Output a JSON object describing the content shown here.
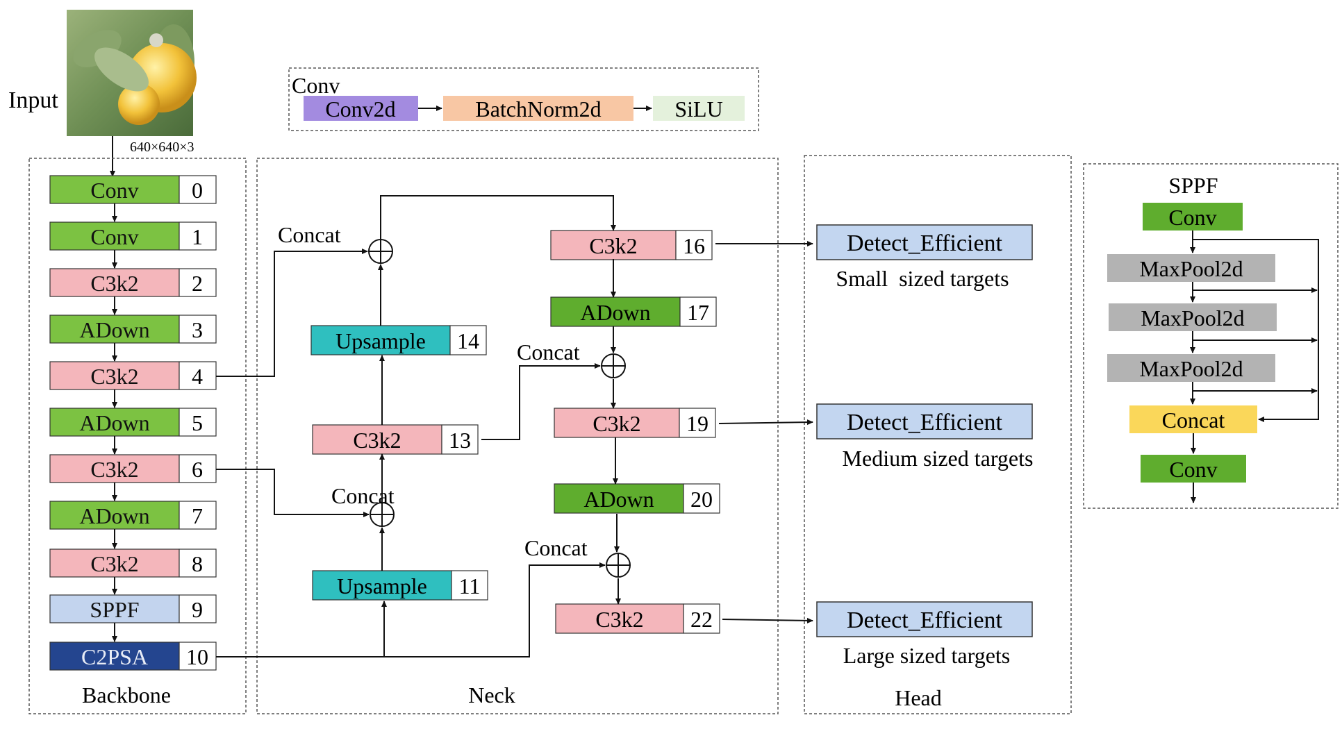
{
  "input": {
    "label": "Input",
    "size": "640×640×3"
  },
  "conv_legend": {
    "title": "Conv",
    "items": [
      "Conv2d",
      "BatchNorm2d",
      "SiLU"
    ]
  },
  "colors": {
    "conv": "#7cc242",
    "c3k2": "#f4b6bb",
    "adown": "#7cc242",
    "sppf": "#c3d4ee",
    "c2psa": "#24458f",
    "upsample": "#2fbfbf",
    "detect": "#c3d6f0",
    "conv2d": "#a38be0",
    "batchnorm": "#f8c7a4",
    "silu": "#e4f1dc",
    "maxpool": "#b3b3b3",
    "concat_yellow": "#fad75a",
    "conv_dark": "#5fad2e",
    "adown_dark": "#5fad2e"
  },
  "backbone": {
    "title": "Backbone",
    "layers": [
      {
        "label": "Conv",
        "index": "0",
        "kind": "conv"
      },
      {
        "label": "Conv",
        "index": "1",
        "kind": "conv"
      },
      {
        "label": "C3k2",
        "index": "2",
        "kind": "c3k2"
      },
      {
        "label": "ADown",
        "index": "3",
        "kind": "adown"
      },
      {
        "label": "C3k2",
        "index": "4",
        "kind": "c3k2"
      },
      {
        "label": "ADown",
        "index": "5",
        "kind": "adown"
      },
      {
        "label": "C3k2",
        "index": "6",
        "kind": "c3k2"
      },
      {
        "label": "ADown",
        "index": "7",
        "kind": "adown"
      },
      {
        "label": "C3k2",
        "index": "8",
        "kind": "c3k2"
      },
      {
        "label": "SPPF",
        "index": "9",
        "kind": "sppf"
      },
      {
        "label": "C2PSA",
        "index": "10",
        "kind": "c2psa"
      }
    ]
  },
  "neck": {
    "title": "Neck",
    "concat_label": "Concat",
    "blocks": {
      "up14": {
        "label": "Upsample",
        "index": "14"
      },
      "c13": {
        "label": "C3k2",
        "index": "13"
      },
      "up11": {
        "label": "Upsample",
        "index": "11"
      },
      "c16": {
        "label": "C3k2",
        "index": "16"
      },
      "ad17": {
        "label": "ADown",
        "index": "17"
      },
      "c19": {
        "label": "C3k2",
        "index": "19"
      },
      "ad20": {
        "label": "ADown",
        "index": "20"
      },
      "c22": {
        "label": "C3k2",
        "index": "22"
      }
    }
  },
  "head": {
    "title": "Head",
    "detectors": [
      {
        "label": "Detect_Efficient",
        "caption": "Small  sized targets"
      },
      {
        "label": "Detect_Efficient",
        "caption": "Medium sized targets"
      },
      {
        "label": "Detect_Efficient",
        "caption": "Large sized targets"
      }
    ]
  },
  "sppf_detail": {
    "title": "SPPF",
    "layers": [
      "Conv",
      "MaxPool2d",
      "MaxPool2d",
      "MaxPool2d",
      "Concat",
      "Conv"
    ]
  }
}
